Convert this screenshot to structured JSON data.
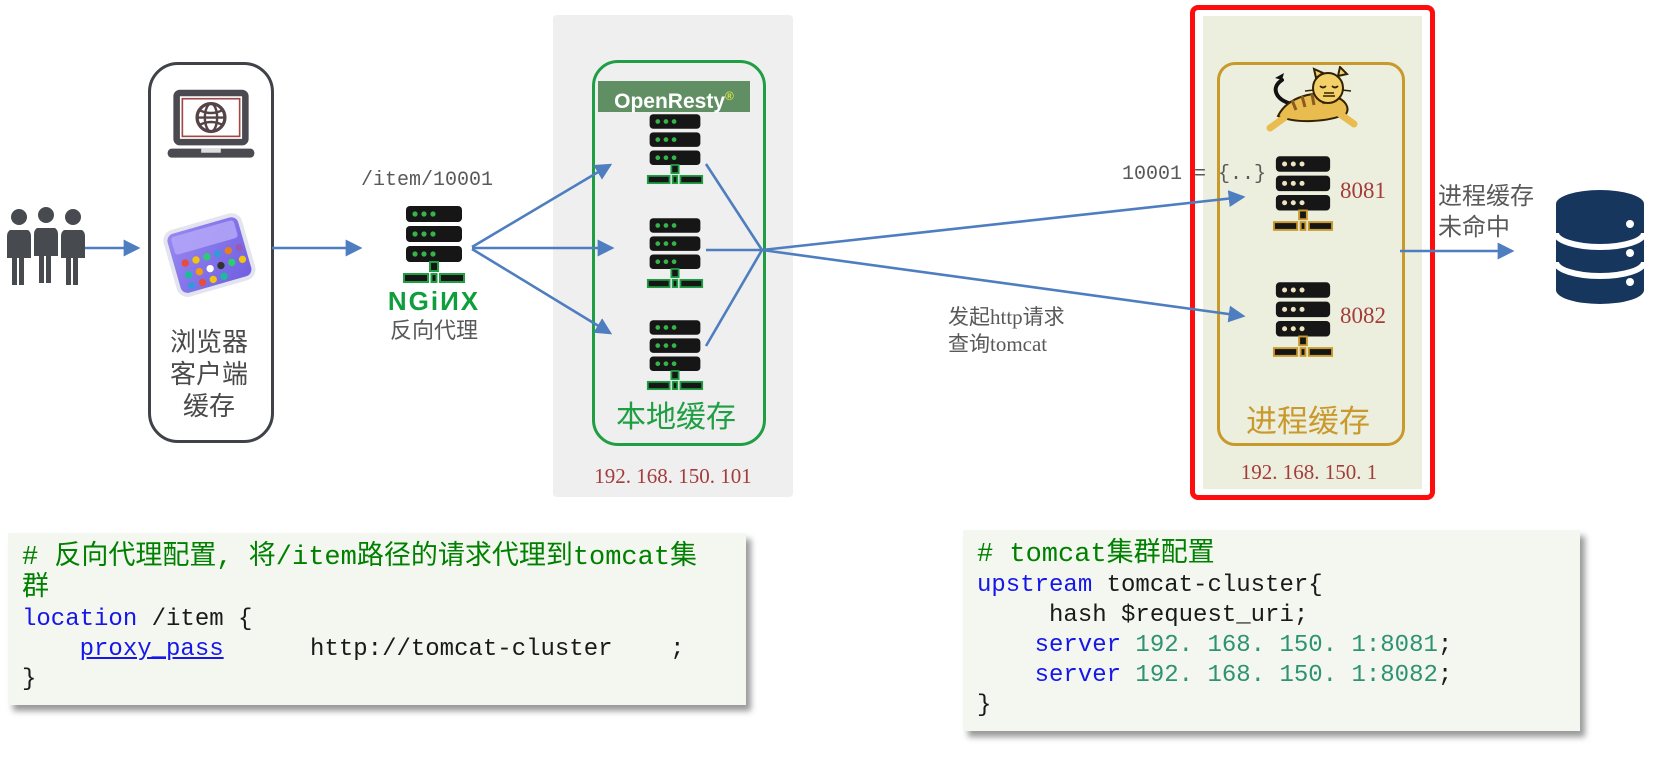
{
  "flow": {
    "client": {
      "lines": [
        "浏览器",
        "客户端",
        "缓存"
      ]
    },
    "nginx": {
      "request_path": "/item/10001",
      "brand": "NGiИX",
      "caption": "反向代理"
    },
    "local_cache": {
      "brand": "OpenResty",
      "brand_mark": "®",
      "caption": "本地缓存",
      "ip": "192. 168. 150. 101"
    },
    "process_cache": {
      "caption": "进程缓存",
      "ip": "192. 168. 150. 1",
      "port_top": "8081",
      "port_bottom": "8082",
      "kv_label": "10001 = {..}"
    },
    "labels": {
      "to_tomcat_line1": "发起http请求",
      "to_tomcat_line2": "查询tomcat",
      "db_miss_line1": "进程缓存",
      "db_miss_line2": "未命中"
    }
  },
  "code_left": {
    "comment1": "# 反向代理配置, 将/item路径的请求代理到tomcat集",
    "comment2": "群",
    "l3_kw": "location",
    "l3_rest": " /item {",
    "l4_pre": "    ",
    "l4_kw": "proxy_pass",
    "l4_rest": "      http://tomcat-cluster    ;",
    "l5": "}"
  },
  "code_right": {
    "comment": "# tomcat集群配置",
    "l2_kw": "upstream",
    "l2_rest": " tomcat-cluster{",
    "l3": "     hash $request_uri;",
    "l4_pre": "    ",
    "l4_kw": "server",
    "l4_val": " 192. 168. 150. 1:8081",
    "l4_end": ";",
    "l5_pre": "    ",
    "l5_kw": "server",
    "l5_val": " 192. 168. 150. 1:8082",
    "l5_end": ";",
    "l6": "}"
  },
  "colors": {
    "arrow": "#4e7ec0",
    "green": "#1f9e44",
    "gold": "#c8992b",
    "red_border": "#fd0d0d",
    "ip_text": "#a43c3c",
    "comment": "#008000",
    "keyword": "#1616e8",
    "value": "#2e9273",
    "gray_label": "#595959"
  }
}
